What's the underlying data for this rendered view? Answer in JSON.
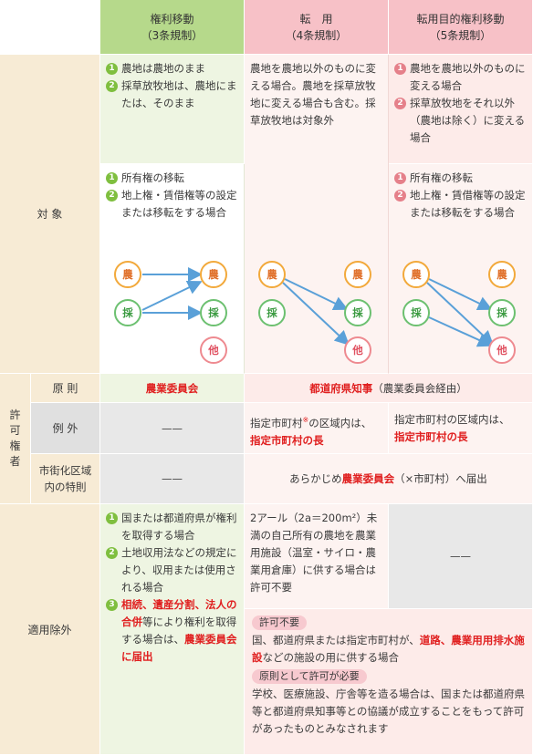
{
  "header": {
    "col1": {
      "title": "権利移動",
      "sub": "（3条規制）"
    },
    "col2": {
      "title": "転　用",
      "sub": "（4条規制）"
    },
    "col3": {
      "title": "転用目的権利移動",
      "sub": "（5条規制）"
    }
  },
  "target": {
    "label": "対 象",
    "col1_top": {
      "item1": "農地は農地のまま",
      "item2": "採草放牧地は、農地にまたは、そのまま"
    },
    "col1_mid": {
      "item1": "所有権の移転",
      "item2": "地上権・賃借権等の設定または移転をする場合"
    },
    "col2_text": "農地を農地以外のものに変える場合。農地を採草放牧地に変える場合も含む。採草放牧地は対象外",
    "col3_top": {
      "item1": "農地を農地以外のものに変える場合",
      "item2": "採草放牧地をそれ以外（農地は除く）に変える場合"
    },
    "col3_mid": {
      "item1": "所有権の移転",
      "item2": "地上権・賃借権等の設定または移転をする場合"
    },
    "diagram": {
      "farm": "農",
      "grass": "採",
      "other": "他"
    }
  },
  "permit": {
    "label": "許可権者",
    "principle": {
      "label": "原 則",
      "col1": "農業委員会",
      "col23_red": "都道府県知事",
      "col23_note": "（農業委員会経由）"
    },
    "exception": {
      "label": "例 外",
      "col1": "——",
      "col2_pre": "指定市町村",
      "col2_mark": "※",
      "col2_post": "の区域内は、",
      "col2_red": "指定市町村の長",
      "col3_pre": "指定市町村の区域内は、",
      "col3_red": "指定市町村の長"
    },
    "urban": {
      "label": "市街化区域内の特則",
      "col1": "——",
      "col23_pre": "あらかじめ",
      "col23_red": "農業委員会",
      "col23_post": "（×市町村）へ届出"
    }
  },
  "exempt": {
    "label": "適用除外",
    "col1": {
      "item1": "国または都道府県が権利を取得する場合",
      "item2": "土地収用法などの規定により、収用または使用される場合",
      "item3_red": "相続、遺産分割、法人の合併",
      "item3_post": "等により権利を取得する場合は、",
      "item3_red2": "農業委員会に届出"
    },
    "col2_top": "2アール（2a＝200m²）未満の自己所有の農地を農業用施設（温室・サイロ・農業用倉庫）に供する場合は許可不要",
    "col3_top": "——",
    "tag1": "許可不要",
    "text1_pre": "国、都道府県または指定市町村が、",
    "text1_red": "道路、農業用用排水施設",
    "text1_post": "などの施設の用に供する場合",
    "tag2": "原則として許可が必要",
    "text2": "学校、医療施設、庁舎等を造る場合は、国または都道府県等と都道府県知事等との協議が成立することをもって許可があったものとみなされます"
  },
  "colors": {
    "green_header": "#b6d98b",
    "pink_header": "#f7c1c7",
    "green_cell": "#eef5e2",
    "pink_cell": "#fdebe9",
    "gray_cell": "#e8e8e8",
    "label_bg": "#f7ebd5",
    "red": "#e02020"
  }
}
